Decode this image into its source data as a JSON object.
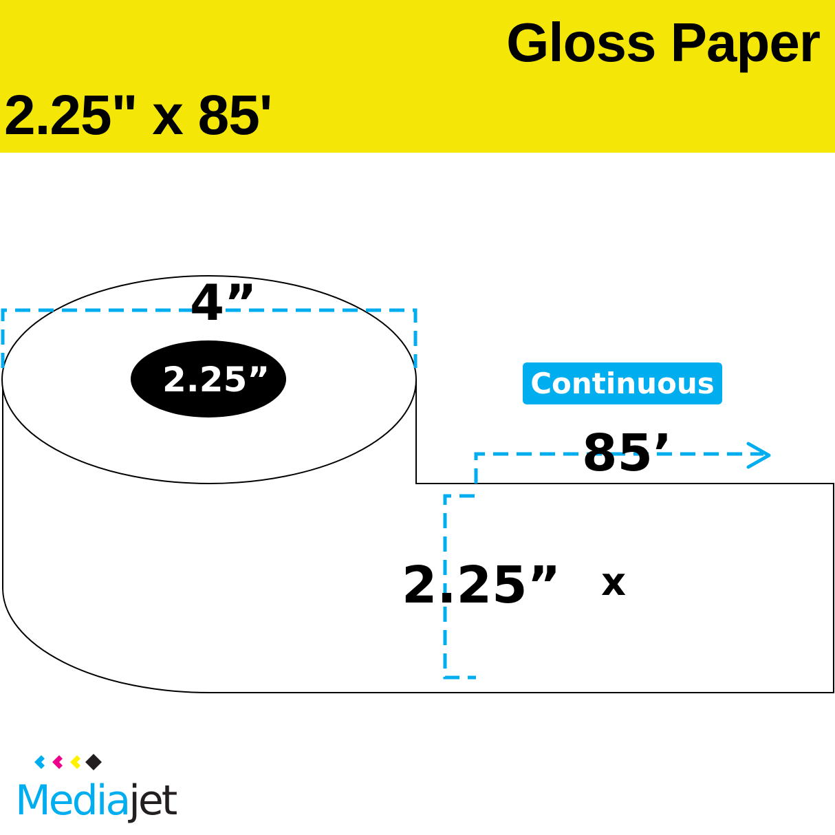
{
  "header": {
    "product_type": "Gloss Paper",
    "product_size": "2.25\" x 85'",
    "background_color": "#f4e707"
  },
  "diagram": {
    "outer_diameter_label": "4”",
    "core_label": "2.25”",
    "badge_label": "Continuous",
    "badge_color": "#00aeef",
    "length_label": "85’",
    "width_label": "2.25”",
    "times_label": "x",
    "dimension_line_color": "#00aeef"
  },
  "logo": {
    "brand_part_1": "Media",
    "brand_part_2": "jet",
    "diamond_colors": [
      "#00aeef",
      "#ec008c",
      "#fff200",
      "#231f20"
    ]
  }
}
